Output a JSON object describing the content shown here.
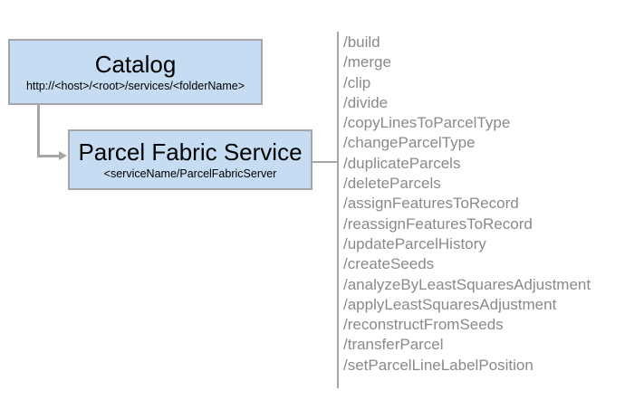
{
  "catalog": {
    "title": "Catalog",
    "subtitle": "http://<host>/<root>/services/<folderName>"
  },
  "service": {
    "title": "Parcel Fabric Service",
    "subtitle": "<serviceName/ParcelFabricServer"
  },
  "endpoints": [
    "/build",
    "/merge",
    "/clip",
    "/divide",
    "/copyLinesToParcelType",
    "/changeParcelType",
    "/duplicateParcels",
    "/deleteParcels",
    "/assignFeaturesToRecord",
    "/reassignFeaturesToRecord",
    "/updateParcelHistory",
    "/createSeeds",
    "/analyzeByLeastSquaresAdjustment",
    "/applyLeastSquaresAdjustment",
    "/reconstructFromSeeds",
    "/transferParcel",
    "/setParcelLineLabelPosition"
  ],
  "colors": {
    "box_fill": "#c5dcf2",
    "box_border": "#a6a6a6",
    "connector": "#a6a6a6",
    "endpoint_text": "#8a8a8a",
    "title_text": "#000000"
  }
}
